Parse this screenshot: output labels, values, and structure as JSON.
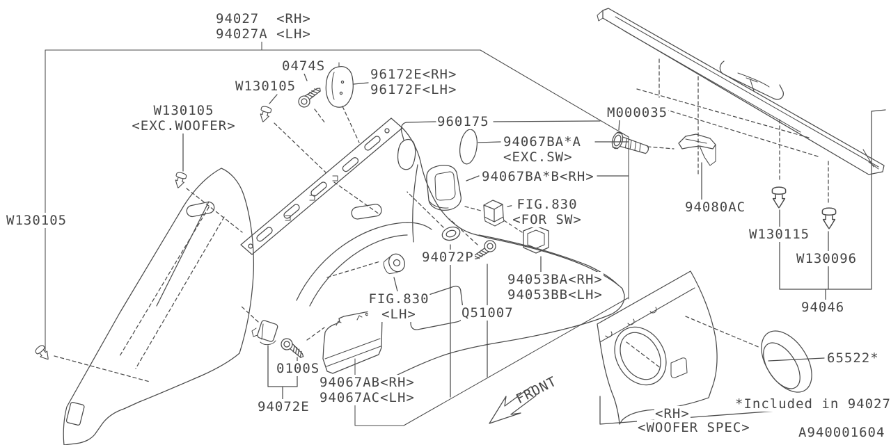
{
  "diagram": {
    "type": "parts-diagram",
    "footer_code": "A940001604",
    "note_included": "*Included in 94027",
    "direction_label": "FRONT",
    "colors": {
      "line": "#4a4a4a",
      "text": "#454545",
      "background": "#ffffff"
    },
    "icons": [
      "front-arrow-icon",
      "push-clip-icon",
      "screw-icon",
      "bolt-icon"
    ]
  },
  "labels": {
    "p94027": {
      "text": "94027  <RH>\n94027A <LH>"
    },
    "p0474S": {
      "text": "0474S"
    },
    "pW130105top": {
      "text": "W130105"
    },
    "p96172": {
      "text": "96172E<RH>\n96172F<LH>"
    },
    "pW130105exc": {
      "text": "W130105\n<EXC.WOOFER>"
    },
    "pW130105left": {
      "text": "W130105"
    },
    "p960175": {
      "text": "960175"
    },
    "p94067BAA": {
      "text": "94067BA*A\n<EXC.SW>"
    },
    "p94067BAB": {
      "text": "94067BA*B<RH>"
    },
    "pM000035": {
      "text": "M000035"
    },
    "p94080AC": {
      "text": "94080AC"
    },
    "pW130115": {
      "text": "W130115"
    },
    "pW130096": {
      "text": "W130096"
    },
    "p94046": {
      "text": "94046"
    },
    "pFIG830SW": {
      "text": "FIG.830\n<FOR SW>"
    },
    "pFIG830LH": {
      "text": "FIG.830\n<LH>"
    },
    "p94072P": {
      "text": "94072P"
    },
    "pQ51007": {
      "text": "Q51007"
    },
    "p94053": {
      "text": "94053BA<RH>\n94053BB<LH>"
    },
    "p0100S": {
      "text": "0100S"
    },
    "p94072E": {
      "text": "94072E"
    },
    "p94067AB": {
      "text": "94067AB<RH>\n94067AC<LH>"
    },
    "pFRONT": {
      "text": "FRONT"
    },
    "pRH": {
      "text": "<RH>"
    },
    "pWOOFER": {
      "text": "<WOOFER SPEC>"
    },
    "p65522": {
      "text": "65522*"
    },
    "pIncluded": {
      "text": "*Included in 94027"
    },
    "pDiagramId": {
      "text": "A940001604"
    }
  }
}
